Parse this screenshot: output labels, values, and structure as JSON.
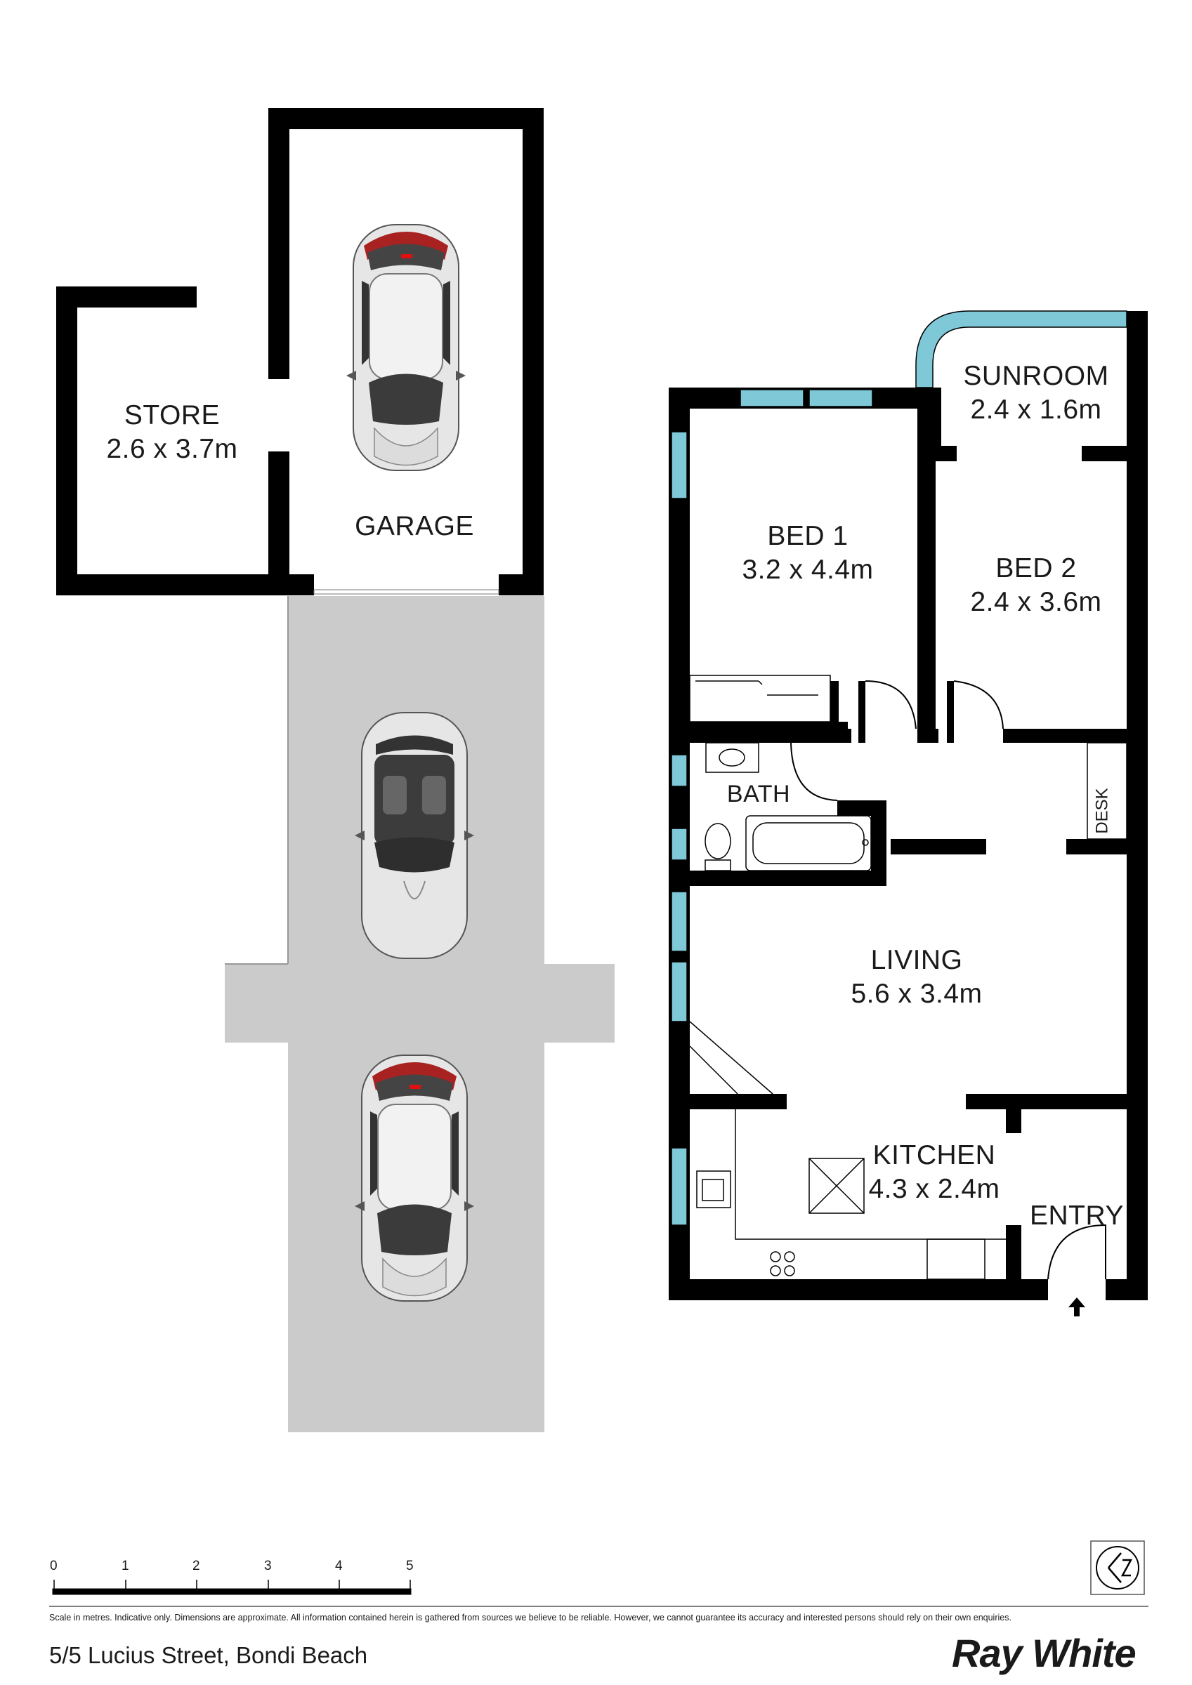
{
  "rooms": {
    "store": {
      "name": "STORE",
      "dims": "2.6 x 3.7m"
    },
    "garage": {
      "name": "GARAGE"
    },
    "sunroom": {
      "name": "SUNROOM",
      "dims": "2.4 x 1.6m"
    },
    "bed1": {
      "name": "BED 1",
      "dims": "3.2 x 4.4m"
    },
    "bed2": {
      "name": "BED 2",
      "dims": "2.4 x 3.6m"
    },
    "bath": {
      "name": "BATH"
    },
    "desk": {
      "name": "DESK"
    },
    "living": {
      "name": "LIVING",
      "dims": "5.6 x 3.4m"
    },
    "kitchen": {
      "name": "KITCHEN",
      "dims": "4.3 x 2.4m"
    },
    "entry": {
      "name": "ENTRY"
    }
  },
  "scale": {
    "ticks": [
      "0",
      "1",
      "2",
      "3",
      "4",
      "5"
    ]
  },
  "footer": {
    "disclaimer": "Scale in metres. Indicative only. Dimensions are approximate. All information contained herein is gathered from sources we believe to be reliable. However, we cannot guarantee its accuracy and interested persons should rely on their own enquiries.",
    "address": "5/5 Lucius Street, Bondi Beach",
    "brand": "Ray White"
  },
  "colors": {
    "wall": "#000000",
    "window": "#7fc8d8",
    "driveway": "#cbcbcb",
    "car_body": "#e8e8e8",
    "car_glass": "#3a3a3a",
    "car_light": "#b11a1a"
  },
  "icons": {
    "compass": "north-arrow-compass-icon"
  }
}
